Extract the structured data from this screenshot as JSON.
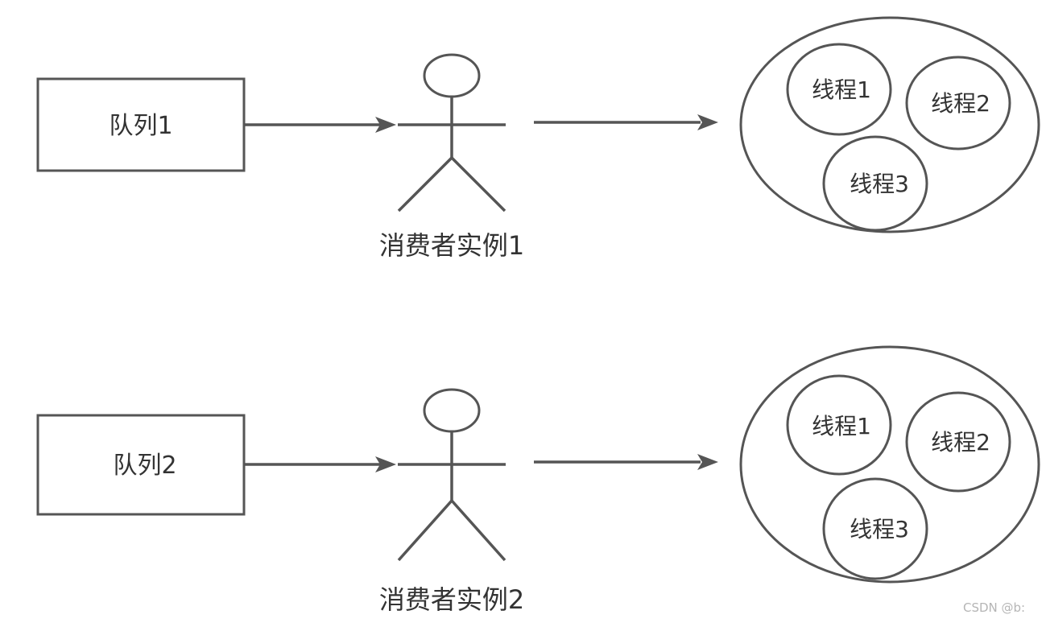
{
  "rows": [
    {
      "queue_label": "队列1",
      "consumer_label": "消费者实例1",
      "threads": [
        "线程1",
        "线程2",
        "线程3"
      ]
    },
    {
      "queue_label": "队列2",
      "consumer_label": "消费者实例2",
      "threads": [
        "线程1",
        "线程2",
        "线程3"
      ]
    }
  ],
  "watermark": "CSDN @b:",
  "colors": {
    "stroke": "#555555",
    "text": "#333333",
    "watermark": "#b5b5b5",
    "background": "#ffffff"
  }
}
